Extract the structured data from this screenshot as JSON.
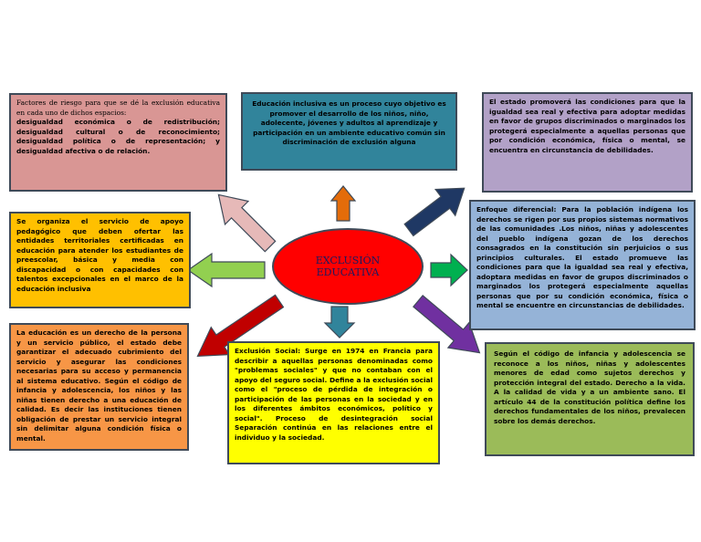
{
  "hub": {
    "title": "EXCLUSIÓN EDUCATIVA",
    "color": "#ff0000"
  },
  "boxes": {
    "top_left": {
      "lead": "Factores de riesgo para que se dé la exclusión educativa en cada uno de dichos espacios:",
      "text": "desigualdad económica o de redistribución; desigualdad cultural o de reconocimiento; desigualdad política o de representación; y desigualdad afectiva o de relación.",
      "color": "#d99694"
    },
    "top_center": {
      "text": "Educación inclusiva es un proceso cuyo objetivo es promover el desarrollo de los niños, niño, adolecente, jóvenes y adultos al aprendizaje y participación en un ambiente educativo común sin discriminación de exclusión alguna",
      "color": "#31849b"
    },
    "top_right": {
      "text": "El estado promoverá las condiciones para que la igualdad sea real y efectiva para adoptar medidas en favor de grupos discriminados o marginados los protegerá especialmente a aquellas personas que por condición económica, física o mental, se encuentra en circunstancia de debilidades.",
      "color": "#b2a1c7"
    },
    "mid_left": {
      "text": "Se organiza el servicio de apoyo pedagógico que deben ofertar las entidades territoriales certificadas en educación para atender los estudiantes de preescolar, básica y media con discapacidad o con capacidades con talentos excepcionales en el marco de la educación inclusiva",
      "color": "#ffc000"
    },
    "mid_right": {
      "text": "Enfoque diferencial: Para la población indígena los derechos se rigen por sus propios sistemas normativos de las comunidades .Los niños, niñas y adolescentes del pueblo indígena gozan de los derechos consagrados en la constitución sin perjuicios o sus principios culturales. El estado promueve las condiciones para que la igualdad sea real y efectiva, adoptara medidas en favor de grupos discriminados o marginados los protegerá especialmente aquellas personas que por su condición económica, física o mental se encuentre en circunstancias de debilidades.",
      "color": "#95b3d7"
    },
    "bottom_left": {
      "text": "La educación es un derecho de la persona y un servicio público, el estado debe garantizar el adecuado cubrimiento del servicio y asegurar las condiciones necesarias para su acceso y permanencia al sistema educativo. Según el código de infancia y adolescencia, los niños y las niñas tienen derecho a una educación de calidad. Es decir las instituciones tienen obligación de prestar un servicio integral sin delimitar alguna condición física o mental.",
      "color": "#f79646"
    },
    "bottom_center": {
      "text": "Exclusión Social: Surge en 1974 en Francia para describir a aquellas personas denominadas como \"problemas sociales\" y que no contaban con el apoyo del seguro social. Define a la exclusión social como el \"proceso de pérdida de integración o participación de las personas en la sociedad y en los diferentes ámbitos económicos, político y social\". Proceso de desintegración social Separación continúa en las relaciones entre el individuo y la sociedad.",
      "color": "#ffff00"
    },
    "bottom_right": {
      "text": "Según el código de infancia y adolescencia se reconoce a los niños, niñas y adolescentes menores de edad como sujetos derechos y protección integral del estado. Derecho a la vida. A la calidad de vida y a un ambiente sano. El artículo 44 de la constitución política define los derechos fundamentales de los niños, prevalecen sobre los demás derechos.",
      "color": "#9bbb59"
    }
  },
  "arrows": {
    "top_left": {
      "color": "#e6b9b8"
    },
    "top_center": {
      "color": "#e46c0a"
    },
    "top_right": {
      "color": "#1f3864"
    },
    "mid_left": {
      "color": "#92d050"
    },
    "mid_right": {
      "color": "#00b050"
    },
    "bottom_left": {
      "color": "#c00000"
    },
    "bottom_center": {
      "color": "#31849b"
    },
    "bottom_right": {
      "color": "#7030a0"
    }
  }
}
